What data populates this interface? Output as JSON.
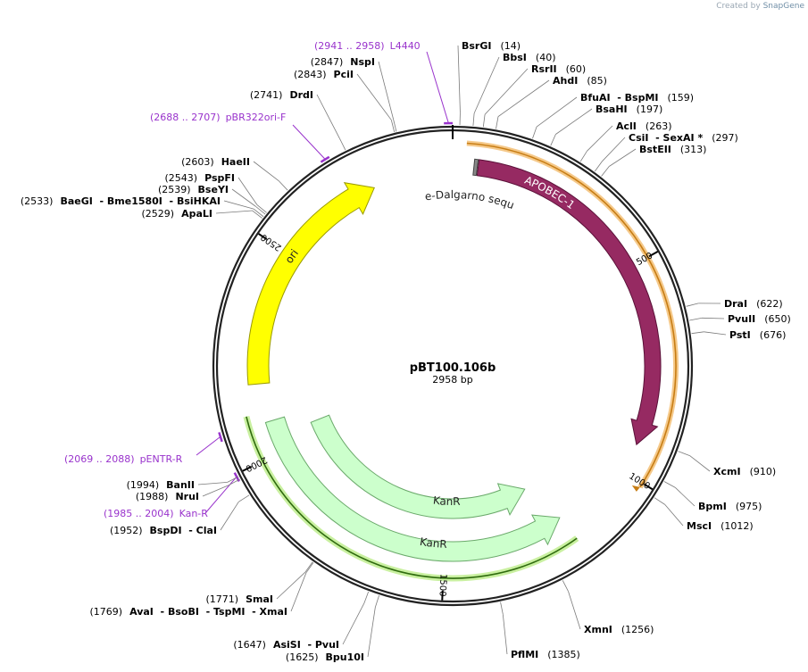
{
  "credit": {
    "prefix": "Created by",
    "brand": "SnapGene"
  },
  "plasmid": {
    "name": "pBT100.106b",
    "size_label": "2958 bp",
    "length": 2958
  },
  "ticks": [
    {
      "label": "500",
      "pos": 500
    },
    {
      "label": "1000",
      "pos": 1000
    },
    {
      "label": "1500",
      "pos": 1500
    },
    {
      "label": "2000",
      "pos": 2000
    },
    {
      "label": "2500",
      "pos": 2500
    }
  ],
  "sites": [
    {
      "name": "BsrGI",
      "pos_label": "(14)",
      "pos": 14
    },
    {
      "name": "BbsI",
      "pos_label": "(40)",
      "pos": 40
    },
    {
      "name": "RsrII",
      "pos_label": "(60)",
      "pos": 60
    },
    {
      "name": "AhdI",
      "pos_label": "(85)",
      "pos": 85
    },
    {
      "name": "BfuAI  - BspMI",
      "pos_label": "(159)",
      "pos": 159
    },
    {
      "name": "BsaHI",
      "pos_label": "(197)",
      "pos": 197
    },
    {
      "name": "AclI",
      "pos_label": "(263)",
      "pos": 263
    },
    {
      "name": "CsiI  - SexAI *",
      "pos_label": "(297)",
      "pos": 297
    },
    {
      "name": "BstEII",
      "pos_label": "(313)",
      "pos": 313
    },
    {
      "name": "DraI",
      "pos_label": "(622)",
      "pos": 622
    },
    {
      "name": "PvuII",
      "pos_label": "(650)",
      "pos": 650
    },
    {
      "name": "PstI",
      "pos_label": "(676)",
      "pos": 676
    },
    {
      "name": "XcmI",
      "pos_label": "(910)",
      "pos": 910
    },
    {
      "name": "BpmI",
      "pos_label": "(975)",
      "pos": 975
    },
    {
      "name": "MscI",
      "pos_label": "(1012)",
      "pos": 1012
    },
    {
      "name": "XmnI",
      "pos_label": "(1256)",
      "pos": 1256
    },
    {
      "name": "PflMI",
      "pos_label": "(1385)",
      "pos": 1385
    },
    {
      "name": "Bpu10I",
      "pos_label": "(1625)",
      "pos": 1625
    },
    {
      "name": "AsiSI  - PvuI",
      "pos_label": "(1647)",
      "pos": 1647
    },
    {
      "name": "AvaI  - BsoBI  - TspMI  - XmaI",
      "pos_label": "(1769)",
      "pos": 1769
    },
    {
      "name": "SmaI",
      "pos_label": "(1771)",
      "pos": 1771
    },
    {
      "name": "BspDI  - ClaI",
      "pos_label": "(1952)",
      "pos": 1952
    },
    {
      "name": "NruI",
      "pos_label": "(1988)",
      "pos": 1988
    },
    {
      "name": "BanII",
      "pos_label": "(1994)",
      "pos": 1994
    },
    {
      "name": "ApaLI",
      "pos_label": "(2529)",
      "pos": 2529
    },
    {
      "name": "BaeGI  - Bme1580I  - BsiHKAI",
      "pos_label": "(2533)",
      "pos": 2533
    },
    {
      "name": "BseYI",
      "pos_label": "(2539)",
      "pos": 2539
    },
    {
      "name": "PspFI",
      "pos_label": "(2543)",
      "pos": 2543
    },
    {
      "name": "HaeII",
      "pos_label": "(2603)",
      "pos": 2603
    },
    {
      "name": "DrdI",
      "pos_label": "(2741)",
      "pos": 2741
    },
    {
      "name": "PciI",
      "pos_label": "(2843)",
      "pos": 2843
    },
    {
      "name": "NspI",
      "pos_label": "(2847)",
      "pos": 2847
    }
  ],
  "primers": [
    {
      "range": "(2941 .. 2958)",
      "name": "L4440",
      "start": 2941,
      "end": 2958
    },
    {
      "range": "(2688 .. 2707)",
      "name": "pBR322ori-F",
      "start": 2688,
      "end": 2707
    },
    {
      "range": "(2069 .. 2088)",
      "name": "pENTR-R",
      "start": 2069,
      "end": 2088
    },
    {
      "range": "(1985 .. 2004)",
      "name": "Kan-R",
      "start": 1985,
      "end": 2004
    }
  ],
  "features": [
    {
      "label": "APOBEC-1",
      "type": "CDS",
      "start": 60,
      "end": 930,
      "strand": 1,
      "color": "#962a62"
    },
    {
      "label": "Shine-Dalgarno sequence",
      "type": "RBS",
      "start": 50,
      "end": 58,
      "strand": 1,
      "color": "#808080"
    },
    {
      "label": "ori",
      "type": "rep_origin",
      "start": 2175,
      "end": 2763,
      "strand": 1,
      "color": "#ffff00"
    },
    {
      "label": "KanR",
      "type": "CDS",
      "start": 1230,
      "end": 2040,
      "strand": -1,
      "color": "#ccffcc"
    },
    {
      "label": "KanR",
      "type": "CDS",
      "start": 1190,
      "end": 2080,
      "strand": -1,
      "color": "#ccffcc"
    }
  ],
  "colors": {
    "primer": "#9933cc",
    "backbone": "#222222",
    "highlight_orange": "#e6a23c",
    "highlight_green": "#2f6b0e"
  }
}
